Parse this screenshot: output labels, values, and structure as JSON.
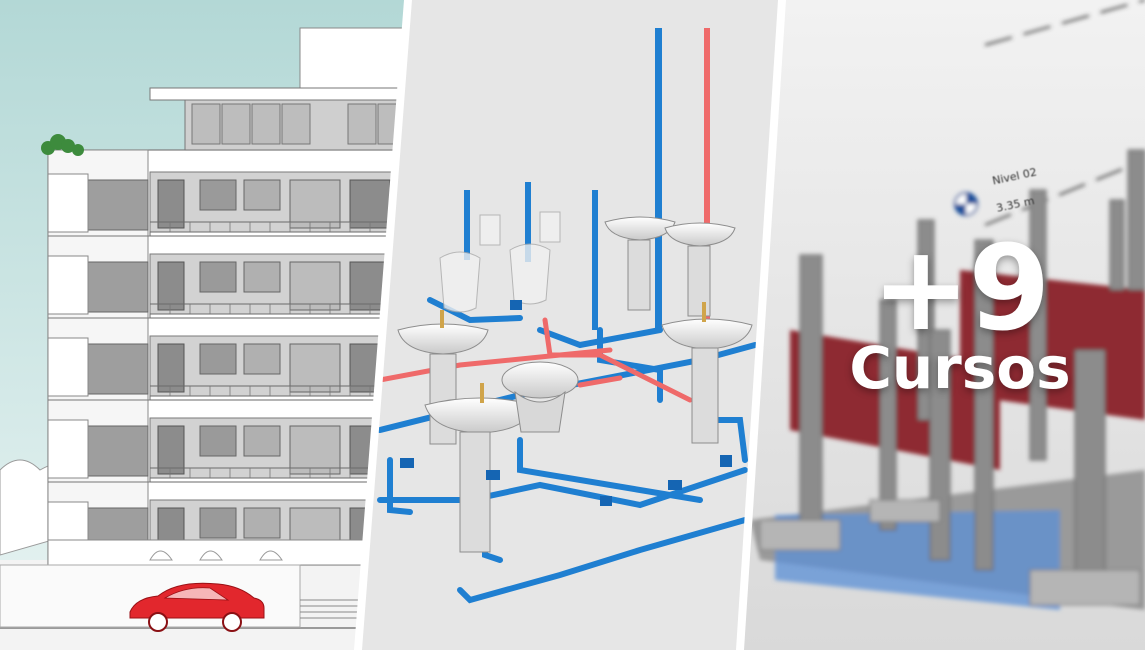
{
  "badge": {
    "count": "+9",
    "label": "Cursos"
  },
  "section_view": {
    "level_name": "Nivel 02",
    "level_elevation": "3.35 m"
  },
  "colors": {
    "sky": "#b9dcdc",
    "pipe_blue": "#1f7fd1",
    "pipe_red": "#ef6a6a",
    "beam_red": "#8e2a32",
    "car_red": "#e2272d",
    "tree_green": "#3d8b3d"
  }
}
